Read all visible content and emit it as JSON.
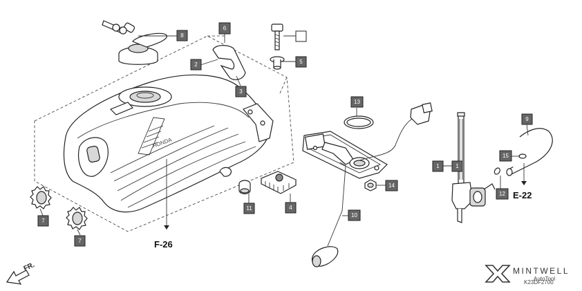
{
  "callouts": {
    "c1a": "1",
    "c1b": "1",
    "c2": "2",
    "c3": "3",
    "c4": "4",
    "c5": "5",
    "c6": "6",
    "c7a": "7",
    "c7b": "7",
    "c8": "8",
    "c9": "9",
    "c10": "10",
    "c11": "11",
    "c12": "12",
    "c13": "13",
    "c14": "14",
    "c15": "15"
  },
  "references": {
    "f26": "F-26",
    "e22": "E-22"
  },
  "direction_label": "FR.",
  "tank_logo_text": "HONDA",
  "brand": {
    "name": "MINTWELL",
    "subtext": "AutoTool"
  },
  "diagram_code": "K23DF2700",
  "colors": {
    "callout_fill": "#666666",
    "line": "#333333",
    "arrow": "#222222"
  }
}
